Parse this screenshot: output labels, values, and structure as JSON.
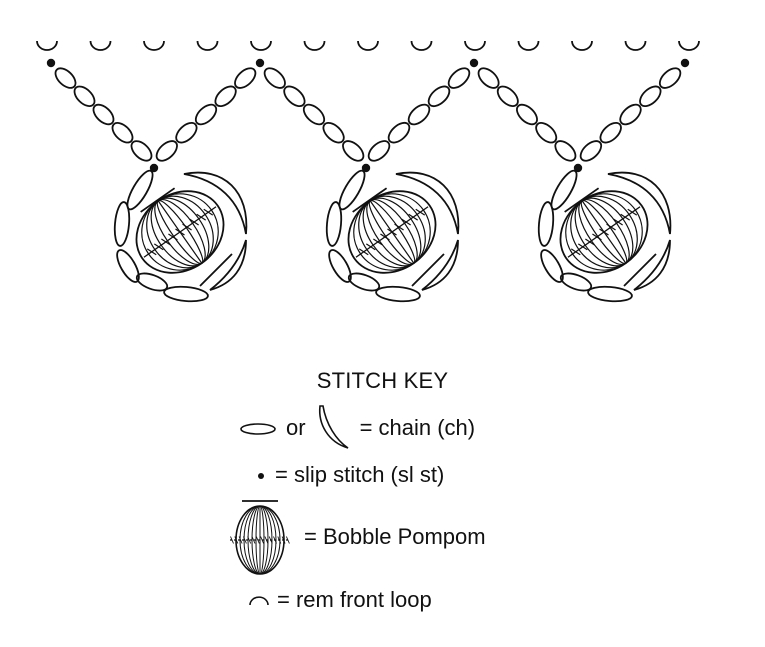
{
  "key": {
    "title": "STITCH KEY",
    "chain_or": "or",
    "chain_label": "= chain (ch)",
    "slip_label": "= slip stitch (sl st)",
    "bobble_label": "= Bobble Pompom",
    "loop_label": "= rem front loop"
  },
  "diagram": {
    "front_loops": 13,
    "bobbles": 3,
    "color": "#111111"
  }
}
